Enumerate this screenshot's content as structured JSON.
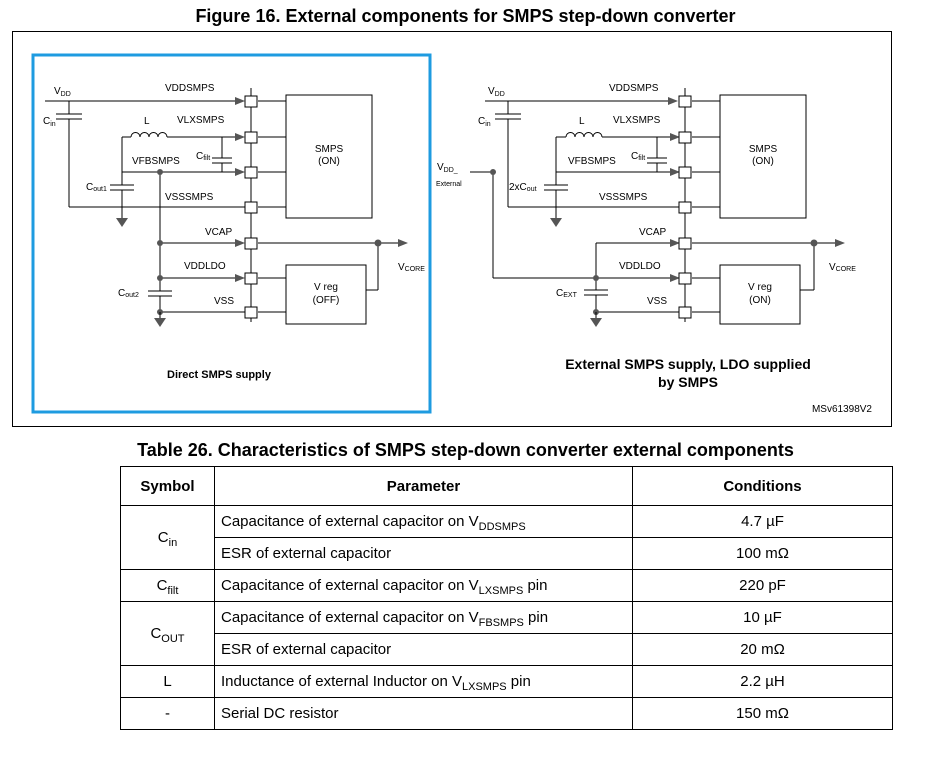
{
  "figure": {
    "title": "Figure 16. External components for SMPS step-down converter",
    "ref": "MSv61398V2",
    "left": {
      "caption": "Direct SMPS supply",
      "labels": {
        "vdd": [
          "V",
          "DD"
        ],
        "cin": [
          "C",
          "in"
        ],
        "l": "L",
        "cfilt": [
          "C",
          "filt"
        ],
        "cout1": [
          "C",
          "out1"
        ],
        "cout2": [
          "C",
          "out2"
        ],
        "vddsmps": "VDDSMPS",
        "vlxsmps": "VLXSMPS",
        "vfbsmps": "VFBSMPS",
        "vsssmps": "VSSSMPS",
        "vcap": "VCAP",
        "vddldo": "VDDLDO",
        "vss": "VSS",
        "vcore": [
          "V",
          "CORE"
        ],
        "smps": [
          "SMPS",
          "(ON)"
        ],
        "vreg": [
          "V reg",
          "(OFF)"
        ]
      }
    },
    "right": {
      "caption": [
        "External SMPS supply, LDO supplied",
        "by SMPS"
      ],
      "labels": {
        "vdd": [
          "V",
          "DD"
        ],
        "cin": [
          "C",
          "in"
        ],
        "l": "L",
        "cfilt": [
          "C",
          "filt"
        ],
        "cout": "2xC",
        "cout_sub": "out",
        "cext": [
          "C",
          "EXT"
        ],
        "vdd_ext": [
          "V",
          "DD_",
          "External"
        ],
        "vddsmps": "VDDSMPS",
        "vlxsmps": "VLXSMPS",
        "vfbsmps": "VFBSMPS",
        "vsssmps": "VSSSMPS",
        "vcap": "VCAP",
        "vddldo": "VDDLDO",
        "vss": "VSS",
        "vcore": [
          "V",
          "CORE"
        ],
        "smps": [
          "SMPS",
          "(ON)"
        ],
        "vreg": [
          "V reg",
          "(ON)"
        ]
      }
    },
    "colors": {
      "highlight": "#1e9be0",
      "line": "#000000"
    }
  },
  "table": {
    "title": "Table 26. Characteristics of SMPS step-down converter external components",
    "headers": [
      "Symbol",
      "Parameter",
      "Conditions"
    ],
    "rows": [
      {
        "sym": "C",
        "sym_sub": "in",
        "param": "Capacitance of external capacitor on V",
        "param_sub": "DDSMPS",
        "param_tail": "",
        "cond": "4.7 µF"
      },
      {
        "param": "ESR of external capacitor",
        "param_sub": "",
        "param_tail": "",
        "cond": "100 mΩ"
      },
      {
        "sym": "C",
        "sym_sub": "filt",
        "param": "Capacitance of external capacitor on V",
        "param_sub": "LXSMPS",
        "param_tail": " pin",
        "cond": "220 pF"
      },
      {
        "sym": "C",
        "sym_sub": "OUT",
        "param": "Capacitance of external capacitor on V",
        "param_sub": "FBSMPS",
        "param_tail": " pin",
        "cond": "10 µF"
      },
      {
        "param": "ESR of external capacitor",
        "param_sub": "",
        "param_tail": "",
        "cond": "20 mΩ"
      },
      {
        "sym": "L",
        "sym_sub": "",
        "param": "Inductance of external Inductor on V",
        "param_sub": "LXSMPS",
        "param_tail": " pin",
        "cond": "2.2 µH"
      },
      {
        "sym": "-",
        "sym_sub": "",
        "param": "Serial DC resistor",
        "param_sub": "",
        "param_tail": "",
        "cond": "150 mΩ"
      }
    ]
  }
}
